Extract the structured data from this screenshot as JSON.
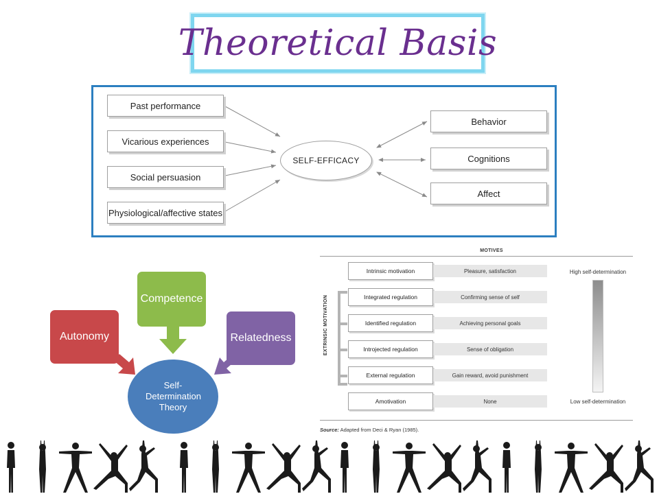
{
  "title": "Theoretical Basis",
  "self_efficacy": {
    "center": "SELF-EFFICACY",
    "sources": [
      "Past performance",
      "Vicarious experiences",
      "Social persuasion",
      "Physiological/affective states"
    ],
    "outcomes": [
      "Behavior",
      "Cognitions",
      "Affect"
    ]
  },
  "sdt": {
    "competence": "Competence",
    "autonomy": "Autonomy",
    "relatedness": "Relatedness",
    "center": [
      "Self-",
      "Determination",
      "Theory"
    ],
    "colors": {
      "competence": "#8dbb4b",
      "autonomy": "#c8484a",
      "relatedness": "#8063a5",
      "center": "#4a7ebb"
    }
  },
  "motives": {
    "heading": "MOTIVES",
    "extrinsic_label": "EXTRINSIC MOTIVATION",
    "high_label": "High self-determination",
    "low_label": "Low self-determination",
    "rows": [
      {
        "label": "Intrinsic motivation",
        "motive": "Pleasure, satisfaction"
      },
      {
        "label": "Integrated regulation",
        "motive": "Confirming sense of self"
      },
      {
        "label": "Identified regulation",
        "motive": "Achieving personal goals"
      },
      {
        "label": "Introjected regulation",
        "motive": "Sense of obligation"
      },
      {
        "label": "External regulation",
        "motive": "Gain reward, avoid punishment"
      },
      {
        "label": "Amotivation",
        "motive": "None"
      }
    ],
    "source_prefix": "Source:",
    "source_text": "Adapted from Deci & Ryan (1985)."
  }
}
